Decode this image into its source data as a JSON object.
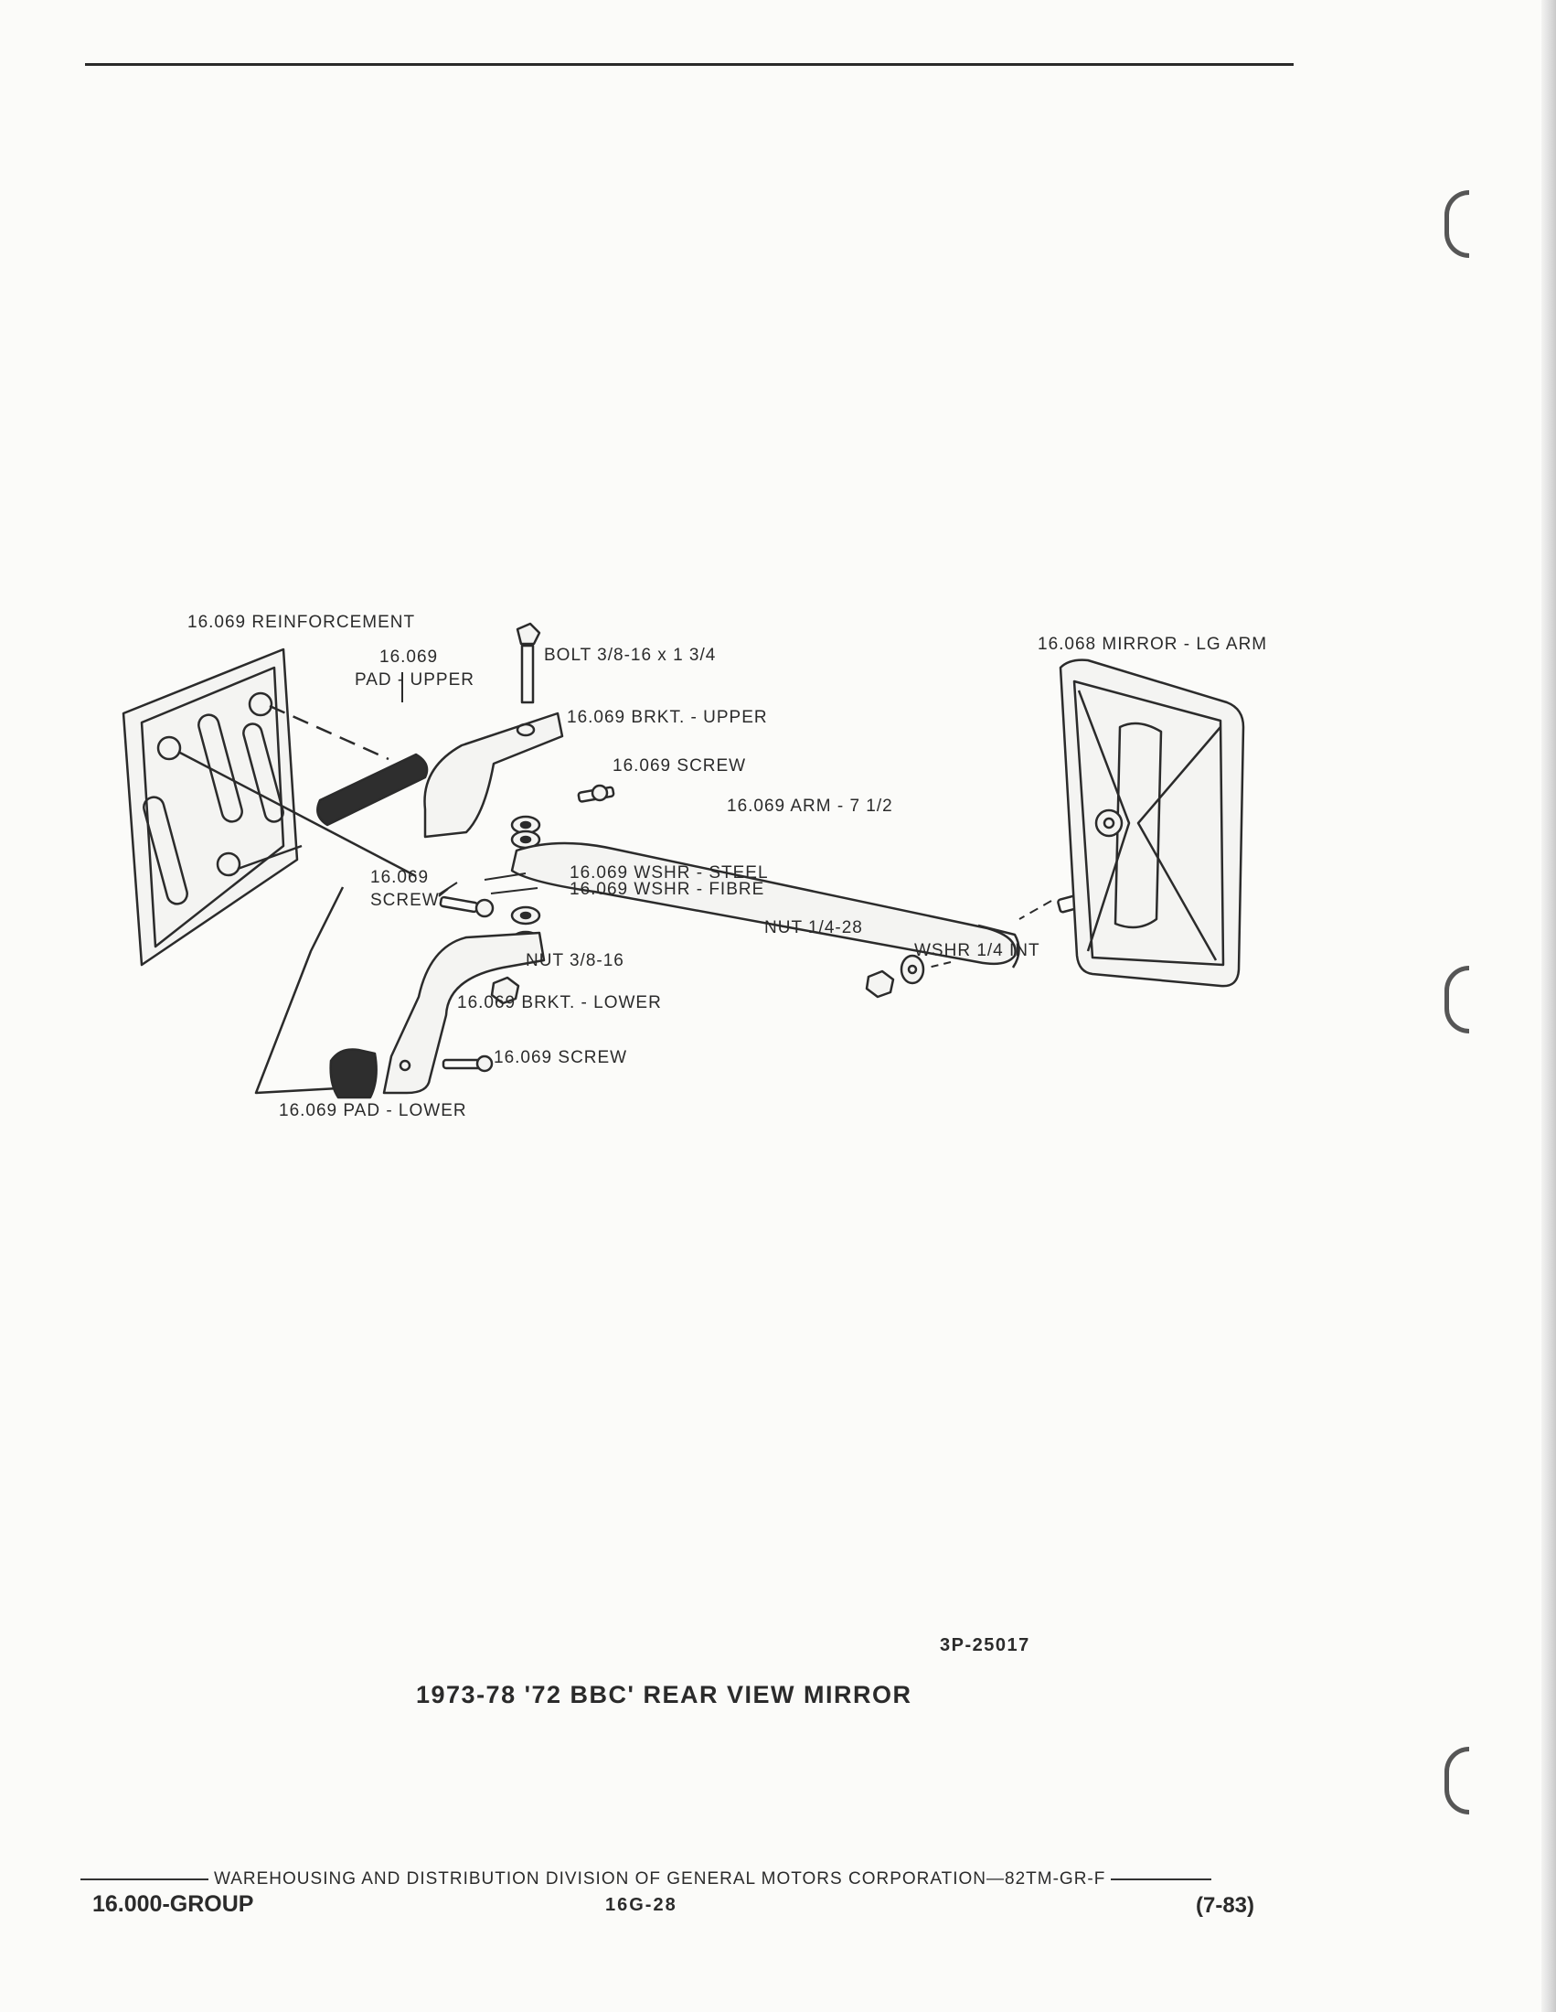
{
  "parts": {
    "reinforcement": "16.069 REINFORCEMENT",
    "pad_upper_number": "16.069",
    "pad_upper_name": "PAD - UPPER",
    "bolt": "BOLT 3/8-16 x 1 3/4",
    "brkt_upper": "16.069 BRKT. - UPPER",
    "screw_upper": "16.069 SCREW",
    "arm": "16.069 ARM - 7 1/2",
    "mirror": "16.068 MIRROR - LG ARM",
    "screw_left_number": "16.069",
    "screw_left_name": "SCREW",
    "wshr_steel": "16.069 WSHR - STEEL",
    "wshr_fibre": "16.069 WSHR - FIBRE",
    "nut_quarter": "NUT 1/4-28",
    "wshr_quarter": "WSHR 1/4 INT",
    "nut_three_eighths": "NUT 3/8-16",
    "brkt_lower": "16.069 BRKT. - LOWER",
    "screw_lower": "16.069 SCREW",
    "pad_lower": "16.069 PAD - LOWER"
  },
  "figure": {
    "number": "3P-25017",
    "caption": "1973-78 '72 BBC' REAR VIEW MIRROR"
  },
  "footer": {
    "division": "WAREHOUSING AND DISTRIBUTION  DIVISION OF GENERAL MOTORS CORPORATION—82TM-GR-F",
    "group": "16.000-GROUP",
    "page": "16G-28",
    "date": "(7-83)"
  }
}
